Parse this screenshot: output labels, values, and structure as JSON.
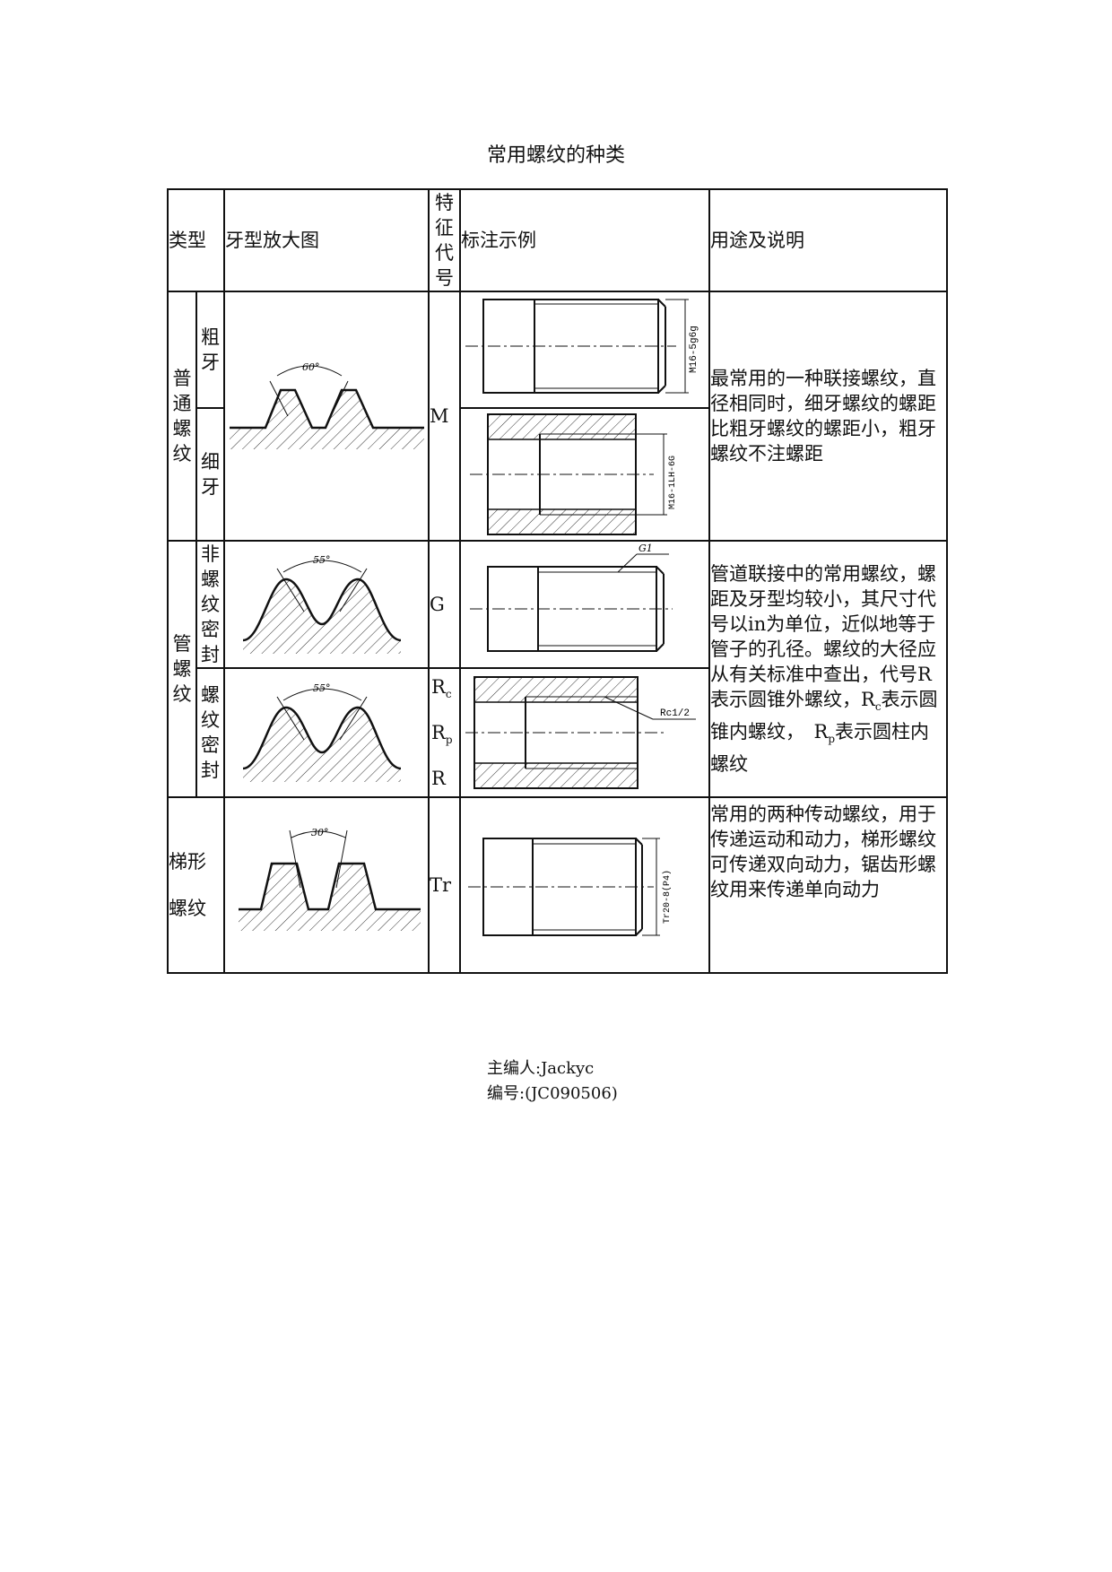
{
  "title": "常用螺纹的种类",
  "header": {
    "type": "类型",
    "profile": "牙型放大图",
    "code": [
      "特",
      "征",
      "代",
      "号"
    ],
    "example": "标注示例",
    "usage": "用途及说明"
  },
  "rows": {
    "ordinary": {
      "name": [
        "普",
        "通",
        "螺",
        "纹"
      ],
      "coarse": [
        "粗",
        "牙"
      ],
      "fine": [
        "细",
        "牙"
      ],
      "angle": "60°",
      "code": "M",
      "label_coarse": "M16-5g6g",
      "label_fine": "M16-1LH-6G",
      "desc": "最常用的一种联接螺纹，直径相同时，细牙螺纹的螺距比粗牙螺纹的螺距小，粗牙螺纹不注螺距"
    },
    "pipe": {
      "name": [
        "管",
        "螺",
        "纹"
      ],
      "nonseal": [
        "非",
        "螺",
        "纹",
        "密",
        "封"
      ],
      "seal": [
        "螺",
        "纹",
        "密",
        "封"
      ],
      "angle1": "55°",
      "angle2": "55°",
      "code_g": "G",
      "code_rc_main": "R",
      "code_rc_sub": "c",
      "code_rp_main": "R",
      "code_rp_sub": "p",
      "code_r": "R",
      "label_g": "G1",
      "label_rc": "Rc1/2",
      "desc1": "管道联接中的常用螺纹，螺距及牙型均较小，其尺寸代号以in为单位，近似地等于管子的孔径。螺纹的大径应从有关标准中查出，代号R表示圆锥外螺纹，R",
      "desc_sub_c": "c",
      "desc2": "表示圆锥内螺纹，　R",
      "desc_sub_p": "p",
      "desc3": "表示圆柱内螺纹"
    },
    "trapezoid": {
      "name1": "梯形",
      "name2": "螺纹",
      "angle": "30°",
      "code": "Tr",
      "label": "Tr20-8(P4)",
      "desc": "常用的两种传动螺纹，用于传递运动和动力，梯形螺纹可传递双向动力，锯齿形螺纹用来传递单向动力"
    }
  },
  "footer": {
    "editor": "主编人:Jackyc",
    "number": "编号:(JC090506)"
  }
}
